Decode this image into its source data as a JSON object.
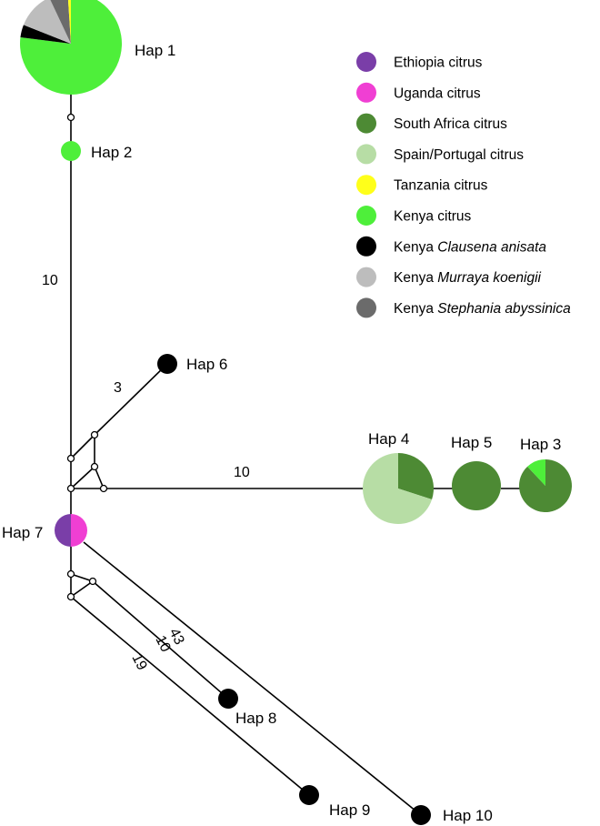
{
  "colors": {
    "ethiopia": "#7a3ea8",
    "uganda": "#f03fd3",
    "south_africa": "#4d8a34",
    "spain_portugal": "#b7dda5",
    "tanzania": "#ffff1a",
    "kenya": "#4eef3a",
    "clausena": "#000000",
    "murraya": "#bdbdbd",
    "stephania": "#6b6b6b"
  },
  "legend": [
    {
      "key": "ethiopia",
      "prefix": "Ethiopia citrus",
      "italic": ""
    },
    {
      "key": "uganda",
      "prefix": "Uganda citrus",
      "italic": ""
    },
    {
      "key": "south_africa",
      "prefix": "South Africa citrus",
      "italic": ""
    },
    {
      "key": "spain_portugal",
      "prefix": "Spain/Portugal citrus",
      "italic": ""
    },
    {
      "key": "tanzania",
      "prefix": "Tanzania citrus",
      "italic": ""
    },
    {
      "key": "kenya",
      "prefix": "Kenya citrus",
      "italic": ""
    },
    {
      "key": "clausena",
      "prefix": "Kenya ",
      "italic": "Clausena anisata"
    },
    {
      "key": "murraya",
      "prefix": "Kenya ",
      "italic": "Murraya koenigii"
    },
    {
      "key": "stephania",
      "prefix": "Kenya ",
      "italic": "Stephania abyssinica"
    }
  ],
  "haplotypes": [
    {
      "id": "hap1",
      "label": "Hap 1",
      "composition": [
        {
          "key": "kenya",
          "fraction": 0.77
        },
        {
          "key": "clausena",
          "fraction": 0.04
        },
        {
          "key": "murraya",
          "fraction": 0.12
        },
        {
          "key": "stephania",
          "fraction": 0.06
        },
        {
          "key": "tanzania",
          "fraction": 0.01
        }
      ]
    },
    {
      "id": "hap2",
      "label": "Hap 2",
      "composition": [
        {
          "key": "kenya",
          "fraction": 1.0
        }
      ]
    },
    {
      "id": "hap3",
      "label": "Hap 3",
      "composition": [
        {
          "key": "south_africa",
          "fraction": 0.88
        },
        {
          "key": "kenya",
          "fraction": 0.12
        }
      ]
    },
    {
      "id": "hap4",
      "label": "Hap 4",
      "composition": [
        {
          "key": "south_africa",
          "fraction": 0.3
        },
        {
          "key": "spain_portugal",
          "fraction": 0.7
        }
      ]
    },
    {
      "id": "hap5",
      "label": "Hap 5",
      "composition": [
        {
          "key": "south_africa",
          "fraction": 1.0
        }
      ]
    },
    {
      "id": "hap6",
      "label": "Hap 6",
      "composition": [
        {
          "key": "clausena",
          "fraction": 1.0
        }
      ]
    },
    {
      "id": "hap7",
      "label": "Hap 7",
      "composition": [
        {
          "key": "uganda",
          "fraction": 0.5
        },
        {
          "key": "ethiopia",
          "fraction": 0.5
        }
      ]
    },
    {
      "id": "hap8",
      "label": "Hap 8",
      "composition": [
        {
          "key": "clausena",
          "fraction": 1.0
        }
      ]
    },
    {
      "id": "hap9",
      "label": "Hap 9",
      "composition": [
        {
          "key": "clausena",
          "fraction": 1.0
        }
      ]
    },
    {
      "id": "hap10",
      "label": "Hap 10",
      "composition": [
        {
          "key": "clausena",
          "fraction": 1.0
        }
      ]
    }
  ],
  "edge_labels": {
    "hap2_to_junction": "10",
    "to_hap6": "3",
    "to_hap4": "10",
    "to_hap10": "43",
    "to_hap8": "10",
    "to_hap9": "19"
  }
}
